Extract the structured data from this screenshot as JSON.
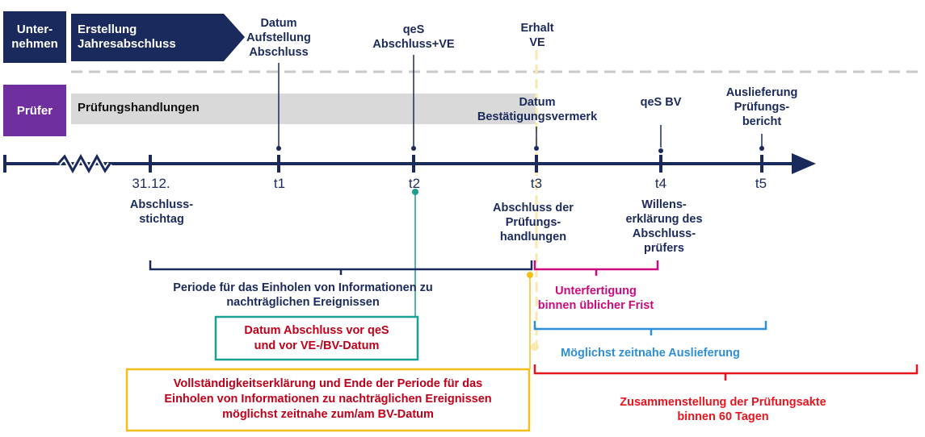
{
  "lanes": {
    "unternehmen": "Unter-\nnehmen",
    "pruefer": "Prüfer"
  },
  "phases": {
    "erstellung": "Erstellung\nJahresabschluss",
    "pruefungshandlungen": "Prüfungshandlungen"
  },
  "events_top": {
    "datum_aufstellung": "Datum\nAufstellung\nAbschluss",
    "qes_abschluss": "qeS\nAbschluss+VE",
    "erhalt_ve": "Erhalt\nVE",
    "datum_bv": "Datum\nBestätigungsvermerk",
    "qes_bv": "qeS BV",
    "auslieferung": "Auslieferung\nPrüfungs-\nbericht"
  },
  "ticks": {
    "d3112": "31.12.",
    "t1": "t1",
    "t2": "t2",
    "t3": "t3",
    "t4": "t4",
    "t5": "t5"
  },
  "events_bottom": {
    "abschlussstichtag": "Abschluss-\nstichtag",
    "abschluss_pruefungshandlungen": "Abschluss der\nPrüfungs-\nhandlungen",
    "willenserklaerung": "Willens-\nerklärung des\nAbschluss-\nprüfers"
  },
  "periods": {
    "einholen": "Periode für das Einholen von Informationen zu\nnachträglichen Ereignissen",
    "unterfertigung": "Unterfertigung\nbinnen üblicher Frist",
    "auslieferung": "Möglichst zeitnahe Auslieferung",
    "pruefungsakte": "Zusammenstellung der Prüfungsakte\nbinnen 60 Tagen"
  },
  "boxes": {
    "datum_abschluss": "Datum Abschluss vor qeS\nund vor VE-/BV-Datum",
    "vollstaendigkeit": "Vollständigkeitserklärung und Ende der Periode für das\nEinholen von Informationen zu nachträglichen Ereignissen\nmöglichst zeitnahe zum/am BV-Datum"
  },
  "colors": {
    "navy": "#1b2a5c",
    "purple": "#6f2f9f",
    "magenta": "#cc0a7e",
    "blue": "#2d8fd8",
    "red": "#e8141e",
    "teal": "#1aa092",
    "yellow": "#f7be1a",
    "darkred": "#c0001a"
  }
}
